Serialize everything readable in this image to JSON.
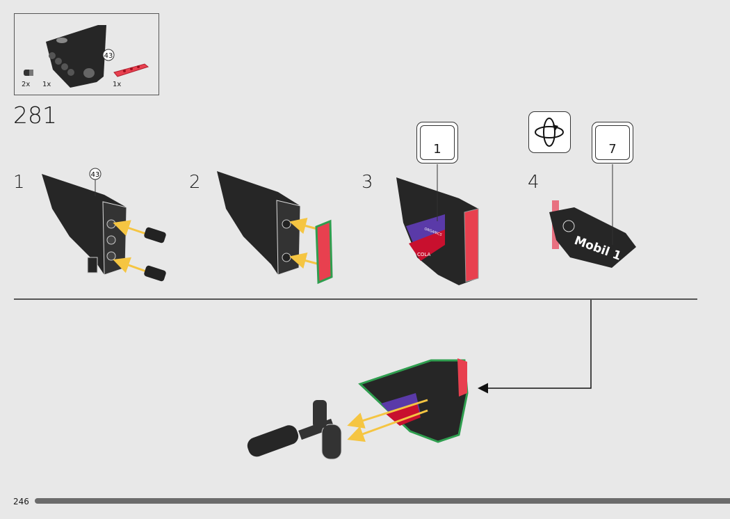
{
  "parts_list": {
    "items": [
      {
        "name": "axle-pin",
        "qty": "2x"
      },
      {
        "name": "panel",
        "qty": "1x",
        "callout": "43"
      },
      {
        "name": "red-transparent-plate",
        "qty": "1x"
      }
    ]
  },
  "step": {
    "number": "281"
  },
  "substeps": [
    {
      "label": "1",
      "callout": "43"
    },
    {
      "label": "2"
    },
    {
      "label": "3",
      "sticker": "1",
      "sticker_text": [
        "ORGANICS",
        "COLA"
      ]
    },
    {
      "label": "4",
      "sticker": "7",
      "sticker_text": "Mobil 1",
      "icon": "rotate-icon"
    }
  ],
  "footer": {
    "page_number": "246",
    "progress_percent": 95
  },
  "colors": {
    "background": "#e8e8e8",
    "part_black": "#262626",
    "red_trans": "#e8404f",
    "arrow_yellow": "#f5c542",
    "highlight_green": "#2f9e4f"
  }
}
